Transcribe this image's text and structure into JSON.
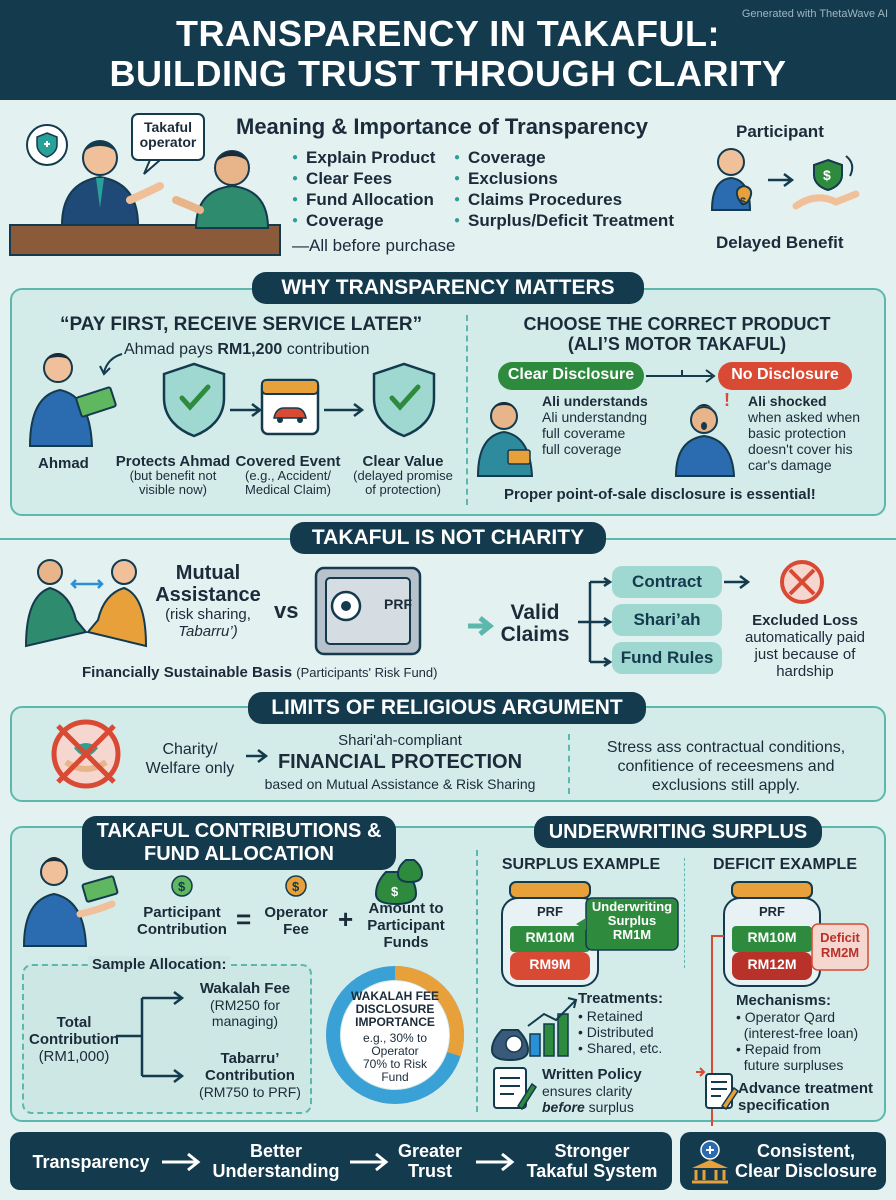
{
  "header": {
    "title_line1": "TRANSPARENCY IN TAKAFUL:",
    "title_line2": "BUILDING TRUST THROUGH CLARITY",
    "generated": "Generated with ThetaWave AI"
  },
  "intro": {
    "bubble_line1": "Takaful",
    "bubble_line2": "operator",
    "heading": "Meaning & Importance of Transparency",
    "left_items": [
      "Explain Product",
      "Clear Fees",
      "Fund Allocation",
      "Coverage"
    ],
    "right_items": [
      "Coverage",
      "Exclusions",
      "Claims Procedures",
      "Surplus/Deficit Treatment"
    ],
    "note": "—All before purchase",
    "participant_label": "Participant",
    "delayed_label": "Delayed Benefit"
  },
  "why": {
    "title": "WHY TRANSPARENCY MATTERS",
    "pay_title": "“PAY FIRST, RECEIVE SERVICE LATER”",
    "pay_note_pre": "Ahmad pays ",
    "pay_note_bold": "RM1,200",
    "pay_note_post": " contribution",
    "ahmad_label": "Ahmad",
    "protects_title": "Protects Ahmad",
    "protects_sub1": "(but benefit not",
    "protects_sub2": "visible now)",
    "covered_title": "Covered Event",
    "covered_sub1": "(e.g., Accident/",
    "covered_sub2": "Medical Claim)",
    "clear_title": "Clear Value",
    "clear_sub1": "(delayed promise",
    "clear_sub2": "of protection)",
    "choose_title1": "CHOOSE THE CORRECT PRODUCT",
    "choose_title2": "(ALI’S MOTOR TAKAFUL)",
    "clear_disclosure": "Clear Disclosure",
    "no_disclosure": "No Disclosure",
    "ali_left": [
      "Ali understands",
      "Ali understandng",
      "full coverame",
      "full coverage"
    ],
    "ali_right_bold": "Ali shocked",
    "ali_right": [
      "when asked when",
      "basic protection",
      "doesn't cover his",
      "car's damage"
    ],
    "pos_note": "Proper point-of-sale disclosure is essential!"
  },
  "charity": {
    "title": "TAKAFUL IS NOT CHARITY",
    "mutual1": "Mutual",
    "mutual2": "Assistance",
    "mutual_sub1": "(risk sharing,",
    "mutual_sub2": "Tabarru’)",
    "vs": "vs",
    "prf": "PRF",
    "sustainable": "Financially Sustainable Basis",
    "prf_full": "(Participants' Risk Fund)",
    "valid1": "Valid",
    "valid2": "Claims",
    "contract": "Contract",
    "shariah": "Shari’ah",
    "fund_rules": "Fund Rules",
    "excluded_bold": "Excluded Loss",
    "excluded": [
      "automatically paid",
      "just because of",
      "hardship"
    ]
  },
  "religious": {
    "title": "LIMITS OF RELIGIOUS ARGUMENT",
    "charity1": "Charity/",
    "charity2": "Welfare only",
    "compliant": "Shari'ah-compliant",
    "fin_protection": "FINANCIAL PROTECTION",
    "based_on": "based on Mutual Assistance & Risk Sharing",
    "stress": [
      "Stress ass contractual conditions,",
      "confitience of receesmens and",
      "exclusions still apply."
    ]
  },
  "contrib": {
    "title1": "TAKAFUL CONTRIBUTIONS &",
    "title2": "FUND ALLOCATION",
    "participant1": "Participant",
    "participant2": "Contribution",
    "equals": "=",
    "operator1": "Operator",
    "operator2": "Fee",
    "plus": "+",
    "amount1": "Amount to",
    "amount2": "Participant",
    "amount3": "Funds",
    "sample": "Sample Allocation:",
    "total1": "Total",
    "total2": "Contribution",
    "total3": "(RM1,000)",
    "wakalah1": "Wakalah Fee",
    "wakalah2": "(RM250 for",
    "wakalah3": "managing)",
    "tabarru1": "Tabarru’",
    "tabarru2": "Contribution",
    "tabarru3": "(RM750 to PRF)",
    "donut_title": [
      "WAKALAH FEE",
      "DISCLOSURE",
      "IMPORTANCE"
    ],
    "donut_note": [
      "e.g., 30% to",
      "Operator",
      "70% to Risk",
      "Fund"
    ],
    "operator_share": 30,
    "fund_share": 70
  },
  "surplus": {
    "title": "UNDERWRITING SURPLUS",
    "surplus_example": "SURPLUS EXAMPLE",
    "deficit_example": "DEFICIT EXAMPLE",
    "prf": "PRF",
    "s_top": "RM10M",
    "s_bottom": "RM9M",
    "s_callout": [
      "Underwriting",
      "Surplus",
      "RM1M"
    ],
    "d_top": "RM10M",
    "d_bottom": "RM12M",
    "d_callout": [
      "Deficit",
      "RM2M"
    ],
    "treatments": "Treatments:",
    "treatment_items": [
      "Retained",
      "Distributed",
      "Shared, etc."
    ],
    "mechanisms": "Mechanisms:",
    "mechanism_items": [
      "Operator Qard",
      "(interest-free loan)",
      "Repaid from",
      "future surpluses"
    ],
    "written_bold": "Written Policy",
    "written1": "ensures clarity",
    "written2": "before",
    "written3": " surplus",
    "advance1": "Advance treatment",
    "advance2": "specification"
  },
  "footer": {
    "steps": [
      "Transparency",
      "Better",
      "Understanding",
      "Greater",
      "Trust",
      "Stronger",
      "Takaful System"
    ],
    "consistent1": "Consistent,",
    "consistent2": "Clear Disclosure"
  },
  "colors": {
    "navy": "#143a4e",
    "teal": "#5cb8ad",
    "green": "#2e8b3e",
    "red": "#d84a34",
    "orange": "#e8a13a"
  }
}
